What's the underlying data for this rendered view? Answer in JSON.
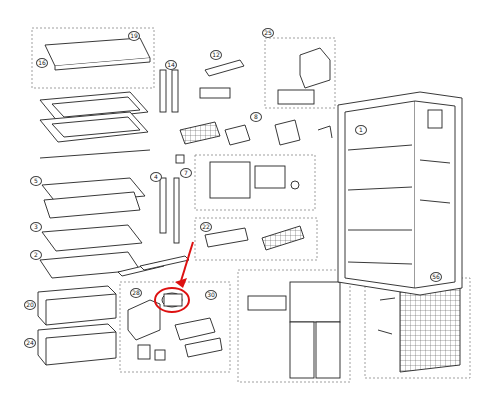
{
  "diagram": {
    "labels": [
      "19",
      "16",
      "25",
      "14",
      "12",
      "8",
      "4",
      "7",
      "5",
      "3",
      "2",
      "22",
      "30",
      "28",
      "56",
      "1",
      "20",
      "24"
    ]
  }
}
